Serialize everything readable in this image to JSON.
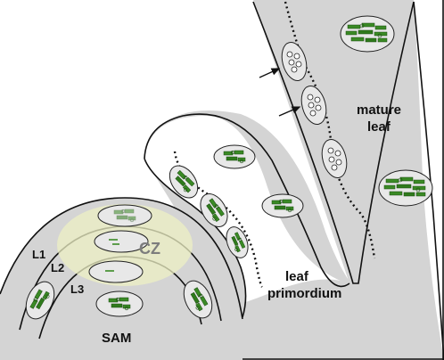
{
  "labels": {
    "l1": "L1",
    "l2": "L2",
    "l3": "L3",
    "cz": "CZ",
    "sam": "SAM",
    "primordium_line1": "leaf",
    "primordium_line2": "primordium",
    "mature_line1": "mature",
    "mature_line2": "leaf"
  },
  "colors": {
    "tissue": "#d4d4d4",
    "cell_fill": "#e8e8e8",
    "outline": "#111111",
    "chloroplast": "#3a8a25",
    "chloroplast_light": "#7ab85a",
    "central_zone": "#eef0c4"
  },
  "icons": [
    "chloroplast-cluster",
    "proplastid",
    "arrow-icon"
  ]
}
